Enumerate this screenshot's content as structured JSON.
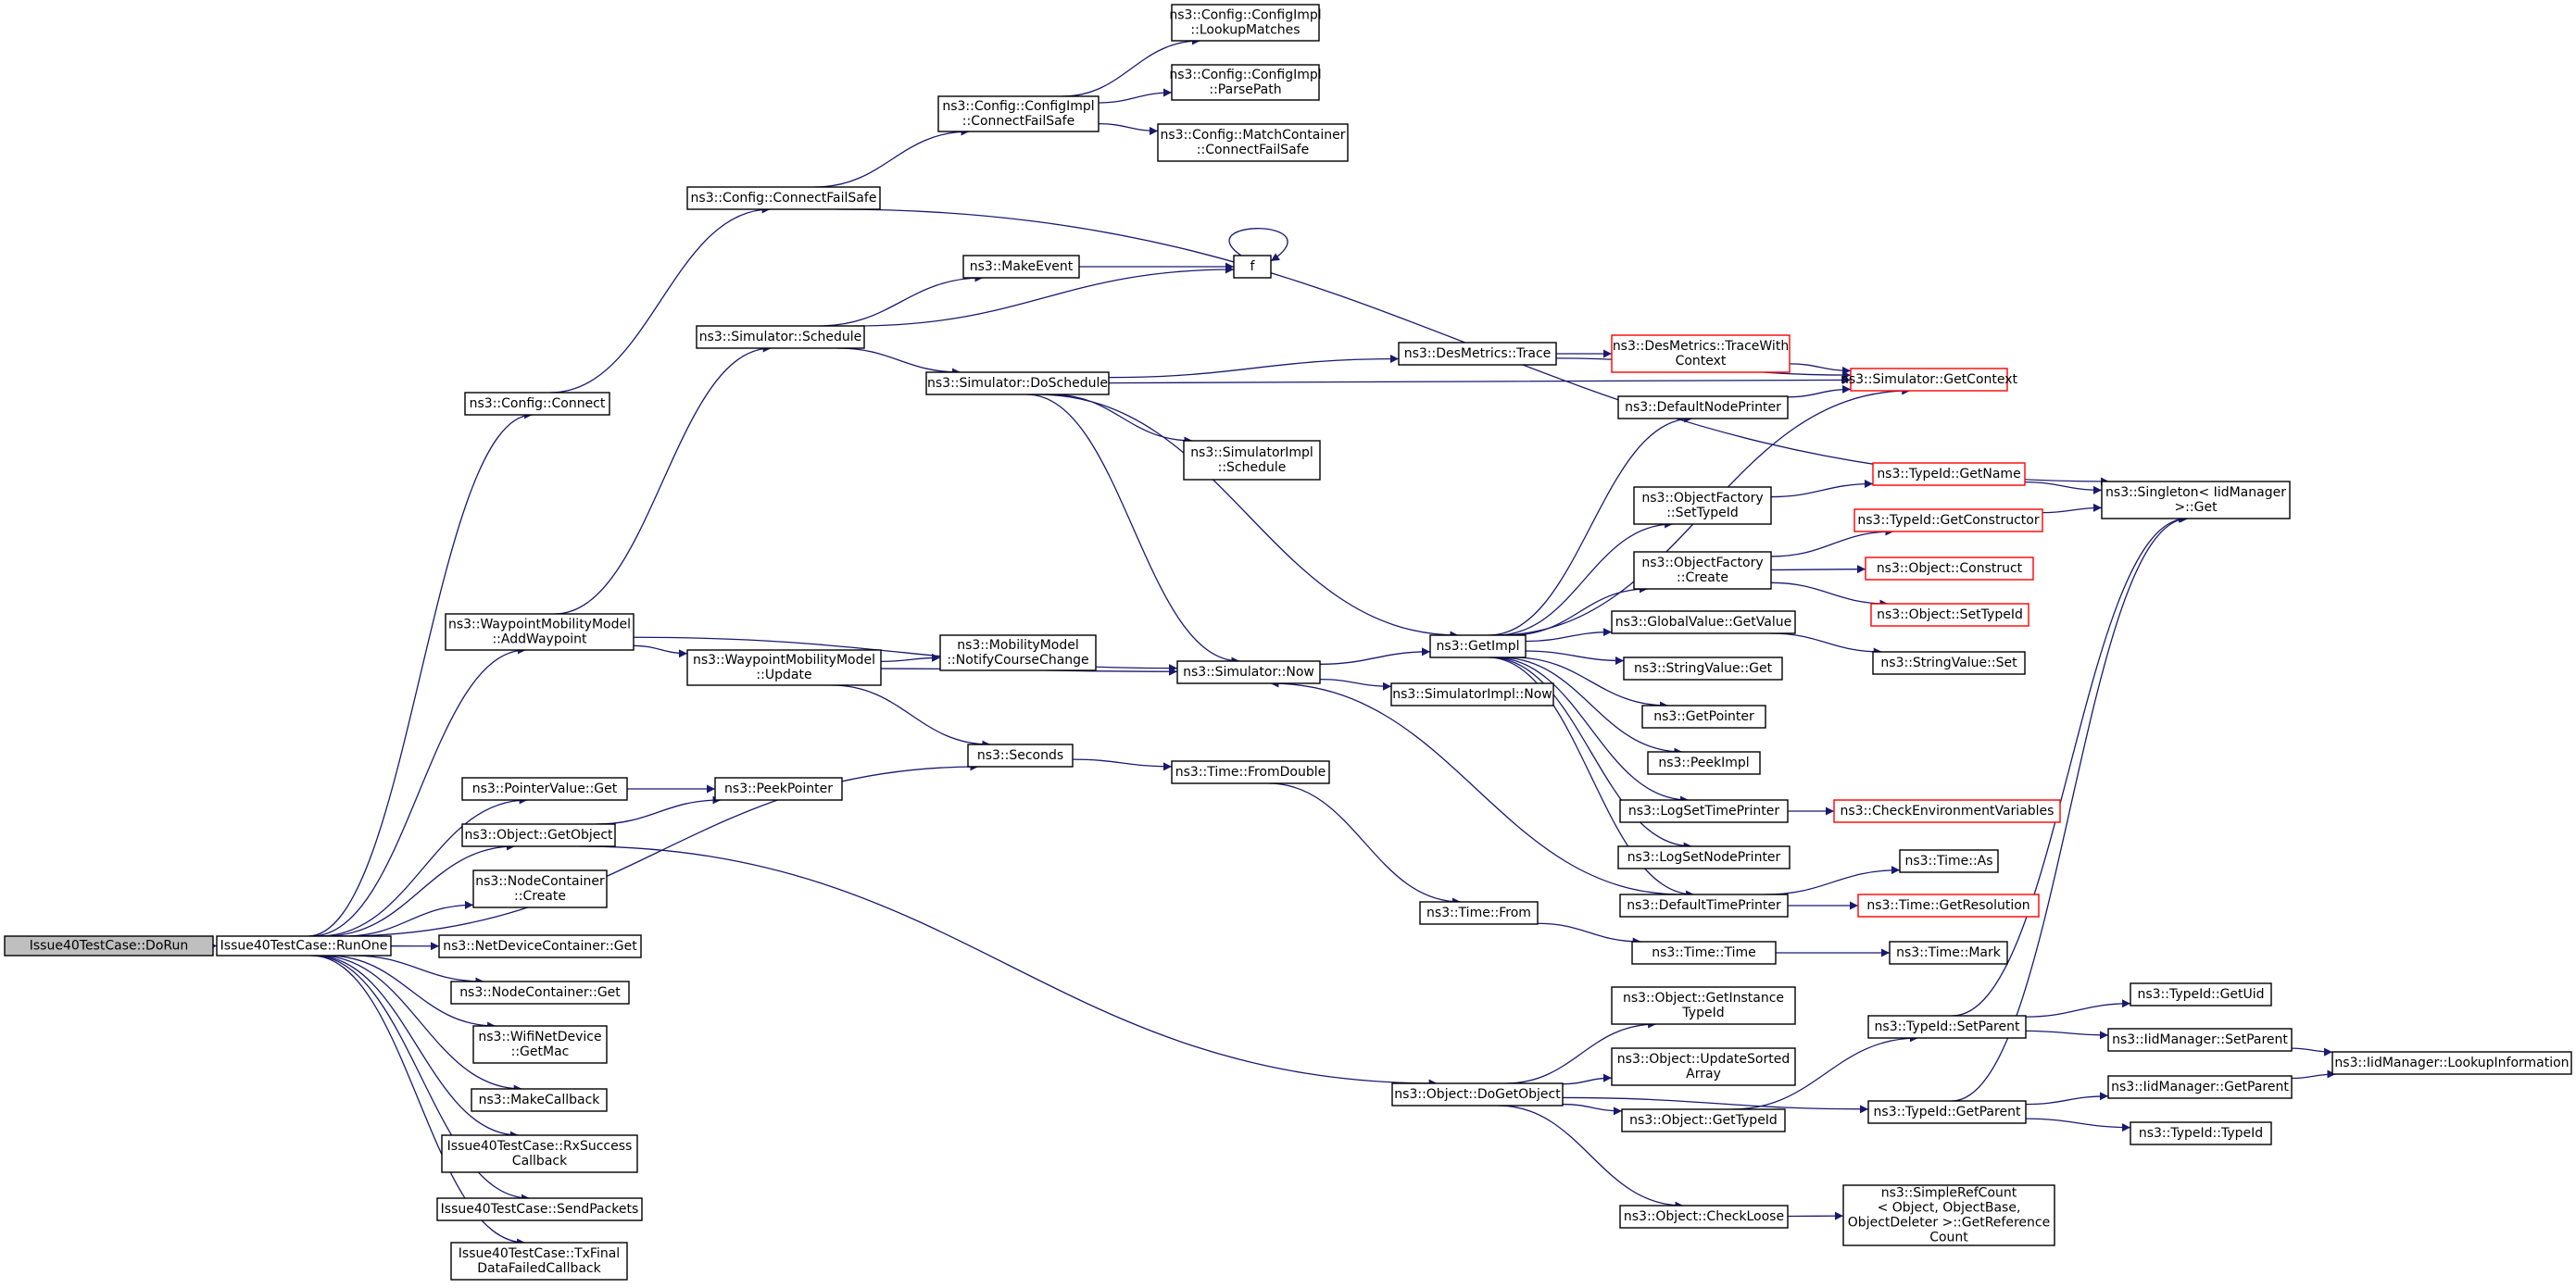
{
  "colors": {
    "edge": "#191970",
    "border": "#000000",
    "highlight_border": "#ff0000",
    "root_fill": "#bfbfbf",
    "node_fill": "#ffffff"
  },
  "nodes": [
    {
      "id": "n0",
      "label": [
        "Issue40TestCase::DoRun"
      ],
      "root": true
    },
    {
      "id": "n1",
      "label": [
        "Issue40TestCase::RunOne"
      ]
    },
    {
      "id": "n2",
      "label": [
        "ns3::Config::Connect"
      ]
    },
    {
      "id": "n3",
      "label": [
        "ns3::Config::ConnectFailSafe"
      ]
    },
    {
      "id": "n4",
      "label": [
        "ns3::Config::ConfigImpl",
        "::ConnectFailSafe"
      ]
    },
    {
      "id": "n5",
      "label": [
        "ns3::Config::ConfigImpl",
        "::LookupMatches"
      ]
    },
    {
      "id": "n6",
      "label": [
        "ns3::Config::ConfigImpl",
        "::ParsePath"
      ]
    },
    {
      "id": "n7",
      "label": [
        "ns3::Config::MatchContainer",
        "::ConnectFailSafe"
      ]
    },
    {
      "id": "n8",
      "label": [
        "ns3::Singleton< IidManager",
        " >::Get"
      ]
    },
    {
      "id": "n9",
      "label": [
        "ns3::WaypointMobilityModel",
        "::AddWaypoint"
      ]
    },
    {
      "id": "n10",
      "label": [
        "ns3::Simulator::Schedule"
      ]
    },
    {
      "id": "n11",
      "label": [
        "ns3::MakeEvent"
      ]
    },
    {
      "id": "n12",
      "label": [
        "f"
      ]
    },
    {
      "id": "n13",
      "label": [
        "ns3::Simulator::DoSchedule"
      ]
    },
    {
      "id": "n14",
      "label": [
        "ns3::DesMetrics::Trace"
      ]
    },
    {
      "id": "n15",
      "label": [
        "ns3::DesMetrics::TraceWith",
        "Context"
      ],
      "highlight": true
    },
    {
      "id": "n16",
      "label": [
        "ns3::Simulator::GetContext"
      ],
      "highlight": true
    },
    {
      "id": "n17",
      "label": [
        "ns3::GetImpl"
      ]
    },
    {
      "id": "n18",
      "label": [
        "ns3::DefaultNodePrinter"
      ]
    },
    {
      "id": "n19",
      "label": [
        "ns3::ObjectFactory",
        "::SetTypeId"
      ]
    },
    {
      "id": "n20",
      "label": [
        "ns3::TypeId::GetName"
      ],
      "highlight": true
    },
    {
      "id": "n21",
      "label": [
        "ns3::ObjectFactory",
        "::Create"
      ]
    },
    {
      "id": "n22",
      "label": [
        "ns3::TypeId::GetConstructor"
      ],
      "highlight": true
    },
    {
      "id": "n23",
      "label": [
        "ns3::Object::Construct"
      ],
      "highlight": true
    },
    {
      "id": "n24",
      "label": [
        "ns3::Object::SetTypeId"
      ],
      "highlight": true
    },
    {
      "id": "n25",
      "label": [
        "ns3::GlobalValue::GetValue"
      ]
    },
    {
      "id": "n26",
      "label": [
        "ns3::StringValue::Set"
      ]
    },
    {
      "id": "n27",
      "label": [
        "ns3::StringValue::Get"
      ]
    },
    {
      "id": "n28",
      "label": [
        "ns3::GetPointer"
      ]
    },
    {
      "id": "n29",
      "label": [
        "ns3::PeekImpl"
      ]
    },
    {
      "id": "n30",
      "label": [
        "ns3::LogSetTimePrinter"
      ]
    },
    {
      "id": "n31",
      "label": [
        "ns3::CheckEnvironmentVariables"
      ],
      "highlight": true
    },
    {
      "id": "n32",
      "label": [
        "ns3::LogSetNodePrinter"
      ]
    },
    {
      "id": "n33",
      "label": [
        "ns3::DefaultTimePrinter"
      ]
    },
    {
      "id": "n34",
      "label": [
        "ns3::Time::As"
      ]
    },
    {
      "id": "n35",
      "label": [
        "ns3::Time::GetResolution"
      ],
      "highlight": true
    },
    {
      "id": "n36",
      "label": [
        "ns3::SimulatorImpl",
        "::Schedule"
      ]
    },
    {
      "id": "n37",
      "label": [
        "ns3::Simulator::Now"
      ]
    },
    {
      "id": "n38",
      "label": [
        "ns3::SimulatorImpl::Now"
      ]
    },
    {
      "id": "n39",
      "label": [
        "ns3::WaypointMobilityModel",
        "::Update"
      ]
    },
    {
      "id": "n40",
      "label": [
        "ns3::MobilityModel",
        "::NotifyCourseChange"
      ]
    },
    {
      "id": "n41",
      "label": [
        "ns3::Seconds"
      ]
    },
    {
      "id": "n42",
      "label": [
        "ns3::Time::FromDouble"
      ]
    },
    {
      "id": "n43",
      "label": [
        "ns3::Time::From"
      ]
    },
    {
      "id": "n44",
      "label": [
        "ns3::Time::Time"
      ]
    },
    {
      "id": "n45",
      "label": [
        "ns3::Time::Mark"
      ]
    },
    {
      "id": "n46",
      "label": [
        "ns3::PointerValue::Get"
      ]
    },
    {
      "id": "n47",
      "label": [
        "ns3::PeekPointer"
      ]
    },
    {
      "id": "n48",
      "label": [
        "ns3::Object::GetObject"
      ]
    },
    {
      "id": "n49",
      "label": [
        "ns3::NodeContainer",
        "::Create"
      ]
    },
    {
      "id": "n50",
      "label": [
        "ns3::NetDeviceContainer::Get"
      ]
    },
    {
      "id": "n51",
      "label": [
        "ns3::NodeContainer::Get"
      ]
    },
    {
      "id": "n52",
      "label": [
        "ns3::WifiNetDevice",
        "::GetMac"
      ]
    },
    {
      "id": "n53",
      "label": [
        "ns3::MakeCallback"
      ]
    },
    {
      "id": "n54",
      "label": [
        "Issue40TestCase::RxSuccess",
        "Callback"
      ]
    },
    {
      "id": "n55",
      "label": [
        "Issue40TestCase::SendPackets"
      ]
    },
    {
      "id": "n56",
      "label": [
        "Issue40TestCase::TxFinal",
        "DataFailedCallback"
      ]
    },
    {
      "id": "n57",
      "label": [
        "ns3::Object::DoGetObject"
      ]
    },
    {
      "id": "n58",
      "label": [
        "ns3::Object::GetInstance",
        "TypeId"
      ]
    },
    {
      "id": "n59",
      "label": [
        "ns3::Object::UpdateSorted",
        "Array"
      ]
    },
    {
      "id": "n60",
      "label": [
        "ns3::Object::GetTypeId"
      ]
    },
    {
      "id": "n61",
      "label": [
        "ns3::Object::CheckLoose"
      ]
    },
    {
      "id": "n62",
      "label": [
        "ns3::SimpleRefCount",
        "< Object, ObjectBase,",
        " ObjectDeleter >::GetReference",
        "Count"
      ]
    },
    {
      "id": "n63",
      "label": [
        "ns3::TypeId::SetParent"
      ]
    },
    {
      "id": "n64",
      "label": [
        "ns3::TypeId::GetUid"
      ]
    },
    {
      "id": "n65",
      "label": [
        "ns3::IidManager::SetParent"
      ]
    },
    {
      "id": "n66",
      "label": [
        "ns3::IidManager::LookupInformation"
      ]
    },
    {
      "id": "n67",
      "label": [
        "ns3::TypeId::GetParent"
      ]
    },
    {
      "id": "n68",
      "label": [
        "ns3::IidManager::GetParent"
      ]
    },
    {
      "id": "n69",
      "label": [
        "ns3::TypeId::TypeId"
      ]
    }
  ],
  "edges": [
    [
      "n0",
      "n1"
    ],
    [
      "n1",
      "n2"
    ],
    [
      "n1",
      "n9"
    ],
    [
      "n1",
      "n41"
    ],
    [
      "n1",
      "n46"
    ],
    [
      "n1",
      "n48"
    ],
    [
      "n1",
      "n49"
    ],
    [
      "n1",
      "n50"
    ],
    [
      "n1",
      "n51"
    ],
    [
      "n1",
      "n52"
    ],
    [
      "n1",
      "n53"
    ],
    [
      "n1",
      "n54"
    ],
    [
      "n1",
      "n55"
    ],
    [
      "n1",
      "n56"
    ],
    [
      "n2",
      "n3"
    ],
    [
      "n3",
      "n4"
    ],
    [
      "n3",
      "n8"
    ],
    [
      "n4",
      "n5"
    ],
    [
      "n4",
      "n6"
    ],
    [
      "n4",
      "n7"
    ],
    [
      "n9",
      "n10"
    ],
    [
      "n9",
      "n37"
    ],
    [
      "n9",
      "n39"
    ],
    [
      "n10",
      "n11"
    ],
    [
      "n10",
      "n12"
    ],
    [
      "n10",
      "n13"
    ],
    [
      "n11",
      "n12"
    ],
    [
      "n12",
      "n12"
    ],
    [
      "n13",
      "n14"
    ],
    [
      "n13",
      "n16"
    ],
    [
      "n13",
      "n17"
    ],
    [
      "n13",
      "n36"
    ],
    [
      "n13",
      "n37"
    ],
    [
      "n14",
      "n15"
    ],
    [
      "n14",
      "n16"
    ],
    [
      "n15",
      "n16"
    ],
    [
      "n17",
      "n18"
    ],
    [
      "n17",
      "n19"
    ],
    [
      "n17",
      "n21"
    ],
    [
      "n17",
      "n25"
    ],
    [
      "n17",
      "n27"
    ],
    [
      "n17",
      "n28"
    ],
    [
      "n17",
      "n29"
    ],
    [
      "n17",
      "n30"
    ],
    [
      "n17",
      "n32"
    ],
    [
      "n17",
      "n33"
    ],
    [
      "n17",
      "n16"
    ],
    [
      "n18",
      "n16"
    ],
    [
      "n19",
      "n20"
    ],
    [
      "n20",
      "n8"
    ],
    [
      "n21",
      "n22"
    ],
    [
      "n21",
      "n23"
    ],
    [
      "n21",
      "n24"
    ],
    [
      "n22",
      "n8"
    ],
    [
      "n25",
      "n26"
    ],
    [
      "n30",
      "n31"
    ],
    [
      "n33",
      "n34"
    ],
    [
      "n33",
      "n35"
    ],
    [
      "n33",
      "n37"
    ],
    [
      "n37",
      "n17"
    ],
    [
      "n37",
      "n38"
    ],
    [
      "n39",
      "n40"
    ],
    [
      "n39",
      "n37"
    ],
    [
      "n39",
      "n41"
    ],
    [
      "n41",
      "n42"
    ],
    [
      "n42",
      "n43"
    ],
    [
      "n43",
      "n44"
    ],
    [
      "n44",
      "n45"
    ],
    [
      "n46",
      "n47"
    ],
    [
      "n48",
      "n47"
    ],
    [
      "n48",
      "n57"
    ],
    [
      "n57",
      "n58"
    ],
    [
      "n57",
      "n59"
    ],
    [
      "n57",
      "n60"
    ],
    [
      "n57",
      "n61"
    ],
    [
      "n57",
      "n67"
    ],
    [
      "n60",
      "n63"
    ],
    [
      "n61",
      "n62"
    ],
    [
      "n63",
      "n64"
    ],
    [
      "n63",
      "n65"
    ],
    [
      "n63",
      "n8"
    ],
    [
      "n65",
      "n66"
    ],
    [
      "n67",
      "n68"
    ],
    [
      "n67",
      "n69"
    ],
    [
      "n67",
      "n8"
    ],
    [
      "n68",
      "n66"
    ]
  ]
}
